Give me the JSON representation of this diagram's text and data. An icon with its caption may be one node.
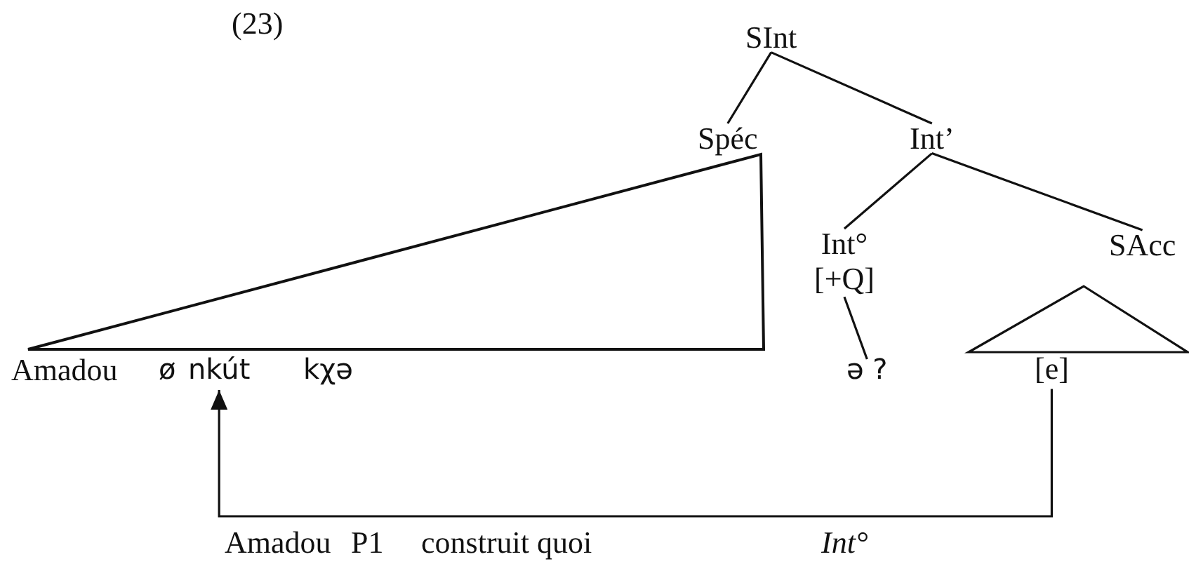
{
  "diagram": {
    "nodes": [
      {
        "text": [
          "SInt"
        ]
      },
      {
        "text": [
          "Spéc"
        ]
      },
      {
        "text": [
          "Int’"
        ]
      },
      {
        "text": [
          "Int°",
          "[+Q]"
        ]
      },
      {
        "text": [
          "SAcc"
        ]
      },
      {
        "text": [
          "Amadou"
        ]
      },
      {
        "text": [
          "ø"
        ]
      },
      {
        "text": [
          "nkút"
        ]
      },
      {
        "text": [
          "kχə"
        ]
      },
      {
        "text": [
          "ə ?"
        ]
      },
      {
        "text": [
          "[e]"
        ]
      }
    ],
    "edges": [
      {
        "from": 0,
        "to": 1,
        "arrow": "none"
      },
      {
        "from": 0,
        "to": 2,
        "arrow": "none"
      },
      {
        "from": 2,
        "to": 3,
        "arrow": "none"
      },
      {
        "from": 2,
        "to": 4,
        "arrow": "none"
      },
      {
        "from": 3,
        "to": 9,
        "arrow": "none"
      },
      {
        "from": 10,
        "to": 7,
        "arrow": "to"
      }
    ],
    "labels": [
      "(23)",
      "Amadou",
      "P1",
      "construit quoi",
      "Int°"
    ]
  }
}
